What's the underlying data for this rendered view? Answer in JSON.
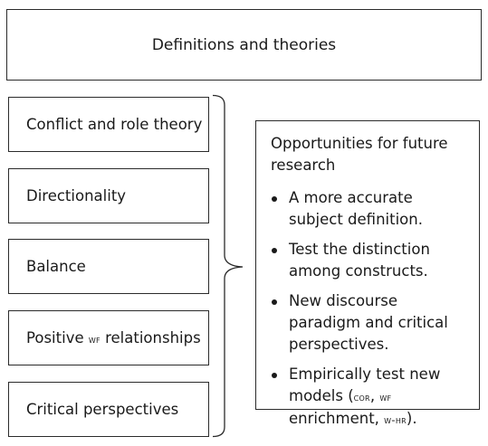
{
  "header": {
    "title": "Definitions and theories"
  },
  "topics": [
    {
      "label": "Conflict and role theory"
    },
    {
      "label": "Directionality"
    },
    {
      "label": "Balance"
    },
    {
      "label_prefix": "Positive ",
      "label_abbr": "WF",
      "label_suffix": " relationships"
    },
    {
      "label": "Critical perspectives"
    }
  ],
  "opportunities": {
    "title": "Opportunities for future research",
    "items": [
      {
        "text": "A more accurate subject definition."
      },
      {
        "text": "Test the distinction among constructs."
      },
      {
        "text": "New discourse paradigm and critical perspectives."
      },
      {
        "text_1": "Empirically test new models (",
        "abbr_1": "COR",
        "text_2": ", ",
        "abbr_2": "WF",
        "text_3": " enrichment, ",
        "abbr_3": "W-HR",
        "text_4": ")."
      }
    ]
  }
}
